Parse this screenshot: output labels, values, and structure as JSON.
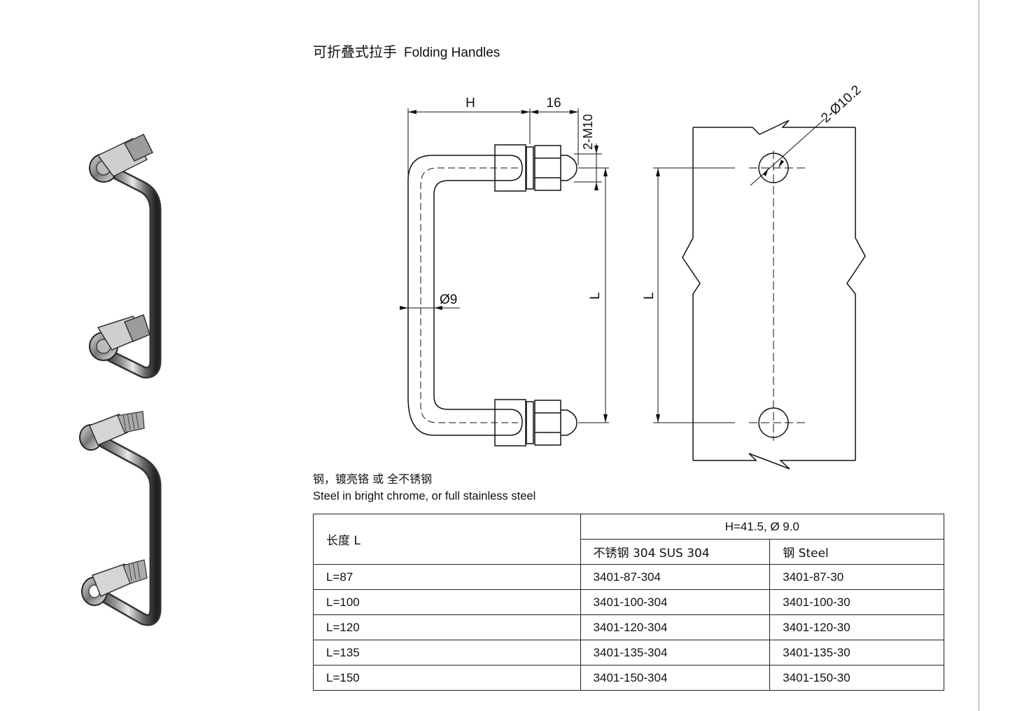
{
  "title": {
    "cn": "可折叠式拉手",
    "en": "Folding Handles"
  },
  "drawing": {
    "dim_h": "H",
    "dim_16": "16",
    "dim_m10": "2-M10",
    "dim_d9": "Ø9",
    "dim_l_side": "L",
    "dim_l_panel": "L",
    "dim_holes": "2-Ø10.2"
  },
  "material": {
    "cn": "钢，镀亮铬 或 全不锈钢",
    "en": "Steel in bright chrome, or full stainless steel"
  },
  "table": {
    "col_length": "长度 L",
    "group_header": "H=41.5,  Ø 9.0",
    "col_stainless": "不锈钢 304 SUS 304",
    "col_steel": "钢 Steel",
    "rows": [
      {
        "length": "L=87",
        "stainless": "3401-87-304",
        "steel": "3401-87-30"
      },
      {
        "length": "L=100",
        "stainless": "3401-100-304",
        "steel": "3401-100-30"
      },
      {
        "length": "L=120",
        "stainless": "3401-120-304",
        "steel": "3401-120-30"
      },
      {
        "length": "L=135",
        "stainless": "3401-135-304",
        "steel": "3401-135-30"
      },
      {
        "length": "L=150",
        "stainless": "3401-150-304",
        "steel": "3401-150-30"
      }
    ]
  }
}
